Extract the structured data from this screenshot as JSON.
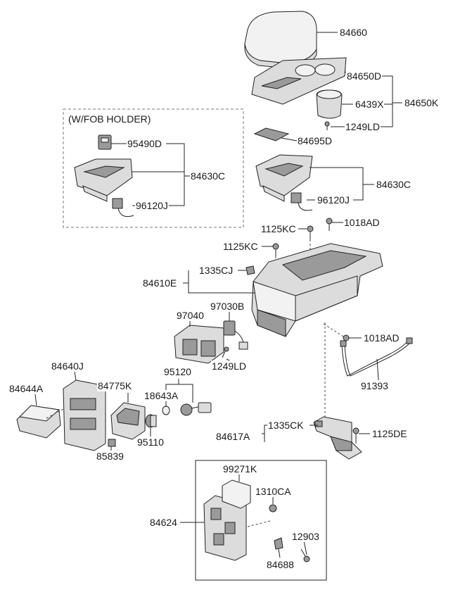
{
  "group_title": "(W/FOB HOLDER)",
  "labels": {
    "p84660": "84660",
    "p84650D": "84650D",
    "p6439X": "6439X",
    "p84650K": "84650K",
    "p1249LD_top": "1249LD",
    "p84695D": "84695D",
    "p95490D": "95490D",
    "p84630C_fob": "84630C",
    "p96120J_fob": "96120J",
    "p84630C": "84630C",
    "p96120J": "96120J",
    "p1125KC_a": "1125KC",
    "p1018AD_top": "1018AD",
    "p1125KC_b": "1125KC",
    "p1335CJ": "1335CJ",
    "p84610E": "84610E",
    "p97030B": "97030B",
    "p97040": "97040",
    "p1018AD_mid": "1018AD",
    "p1249LD_mid": "1249LD",
    "p91393": "91393",
    "p84640J": "84640J",
    "p84775K": "84775K",
    "p95120": "95120",
    "p84644A": "84644A",
    "p18643A": "18643A",
    "p95110": "95110",
    "p85839": "85839",
    "p1335CK": "1335CK",
    "p84617A": "84617A",
    "p1125DE": "1125DE",
    "p99271K": "99271K",
    "p1310CA": "1310CA",
    "p84624": "84624",
    "p12903": "12903",
    "p84688": "84688"
  }
}
